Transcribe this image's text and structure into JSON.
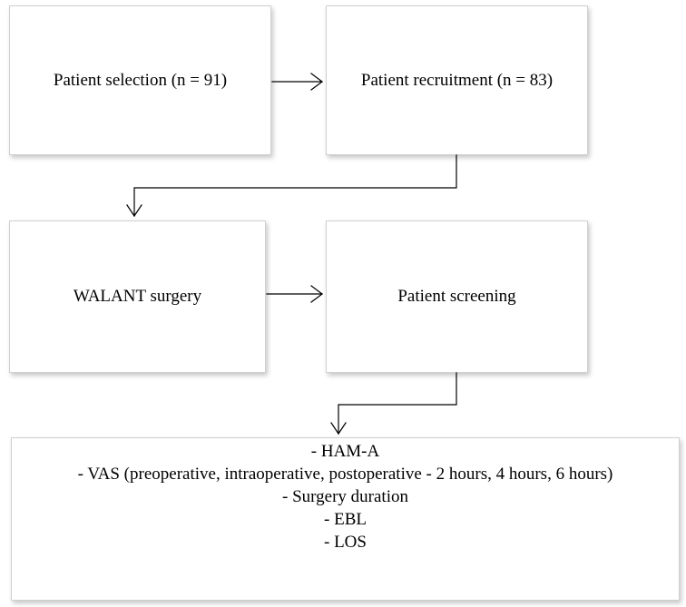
{
  "flowchart": {
    "patient_selection": "Patient selection (n = 91)",
    "patient_recruitment": "Patient recruitment (n = 83)",
    "walant_surgery": "WALANT surgery",
    "patient_screening": "Patient screening",
    "outcomes": [
      "- HAM-A",
      "- VAS (preoperative, intraoperative, postoperative - 2 hours, 4 hours, 6 hours)",
      "- Surgery duration",
      "- EBL",
      "- LOS"
    ]
  }
}
